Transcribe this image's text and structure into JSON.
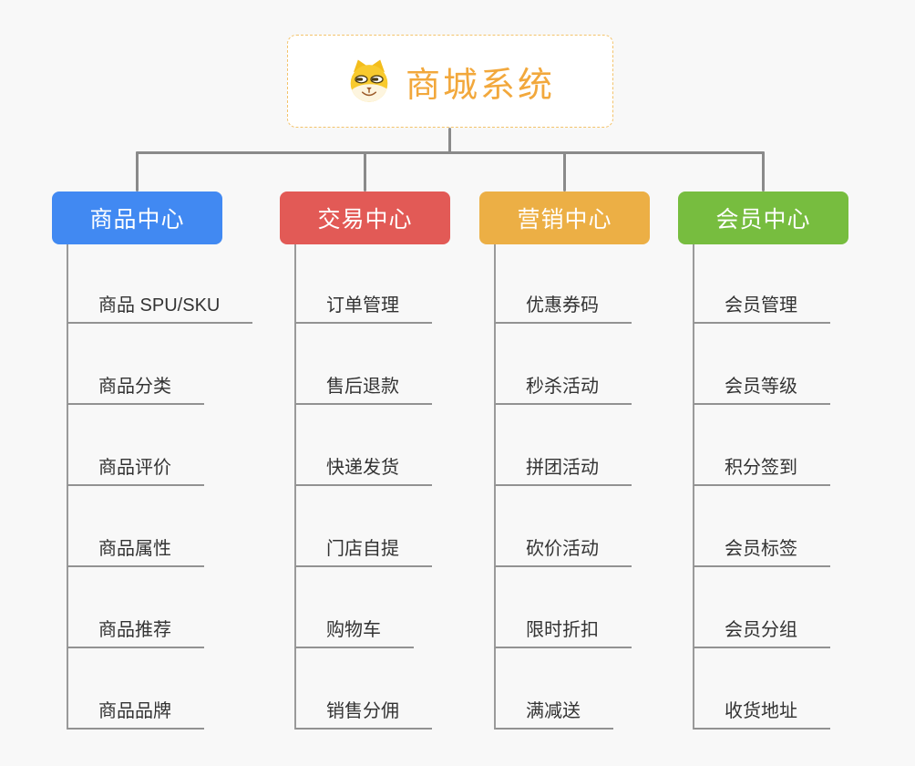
{
  "root": {
    "title": "商城系统",
    "icon": "shiba-dog-icon",
    "title_color": "#f2a83c",
    "border_color": "#f3c36b"
  },
  "connector_color": "#8a8a8a",
  "branches": [
    {
      "label": "商品中心",
      "color": "#4189f2",
      "children": [
        "商品 SPU/SKU",
        "商品分类",
        "商品评价",
        "商品属性",
        "商品推荐",
        "商品品牌"
      ]
    },
    {
      "label": "交易中心",
      "color": "#e25a56",
      "children": [
        "订单管理",
        "售后退款",
        "快递发货",
        "门店自提",
        "购物车",
        "销售分佣"
      ]
    },
    {
      "label": "营销中心",
      "color": "#ecaf45",
      "children": [
        "优惠券码",
        "秒杀活动",
        "拼团活动",
        "砍价活动",
        "限时折扣",
        "满减送"
      ]
    },
    {
      "label": "会员中心",
      "color": "#77bd3f",
      "children": [
        "会员管理",
        "会员等级",
        "积分签到",
        "会员标签",
        "会员分组",
        "收货地址"
      ]
    }
  ]
}
